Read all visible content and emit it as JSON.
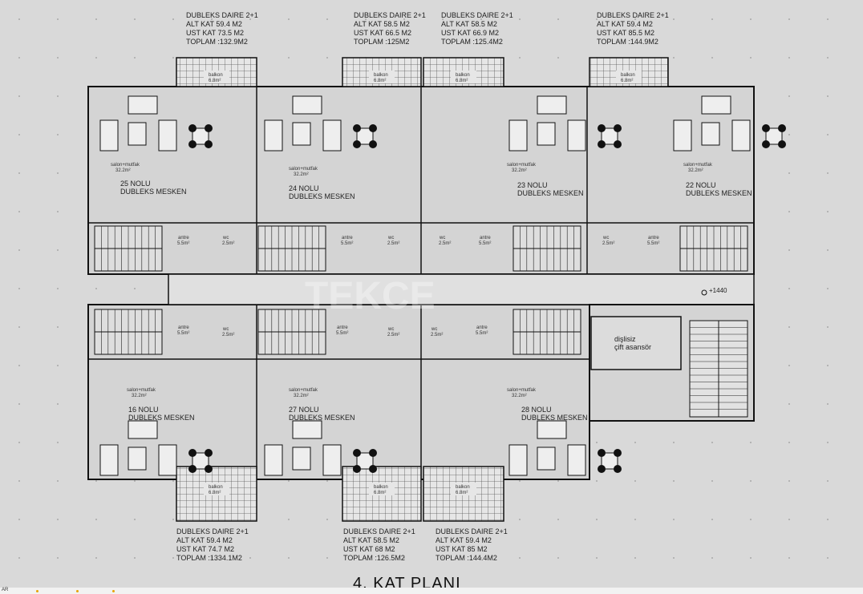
{
  "plan_title": "4. KAT PLANI",
  "watermark": "TEKCE",
  "elevation": "+1440",
  "unit_summaries": [
    {
      "id": "top-1",
      "lines": [
        "DUBLEKS DAIRE 2+1",
        "ALT KAT  59.4 M2",
        "UST KAT  73.5 M2",
        "TOPLAM :132.9M2"
      ]
    },
    {
      "id": "top-2",
      "lines": [
        "DUBLEKS DAIRE 2+1",
        "ALT KAT  58.5 M2",
        "UST KAT  66.5 M2",
        "TOPLAM :125M2"
      ]
    },
    {
      "id": "top-3",
      "lines": [
        "DUBLEKS DAIRE 2+1",
        "ALT KAT  58.5 M2",
        "UST KAT  66.9 M2",
        "TOPLAM :125.4M2"
      ]
    },
    {
      "id": "top-4",
      "lines": [
        "DUBLEKS DAIRE 2+1",
        "ALT KAT  59.4 M2",
        "UST KAT  85.5 M2",
        "TOPLAM :144.9M2"
      ]
    },
    {
      "id": "bot-1",
      "lines": [
        "DUBLEKS DAIRE 2+1",
        "ALT KAT  59.4 M2",
        "UST KAT  74.7 M2",
        "TOPLAM :1334.1M2"
      ]
    },
    {
      "id": "bot-2",
      "lines": [
        "DUBLEKS DAIRE 2+1",
        "ALT KAT  58.5 M2",
        "UST KAT  68 M2",
        "TOPLAM :126.5M2"
      ]
    },
    {
      "id": "bot-3",
      "lines": [
        "DUBLEKS DAIRE 2+1",
        "ALT KAT  59.4 M2",
        "UST KAT  85 M2",
        "TOPLAM :144.4M2"
      ]
    }
  ],
  "units": [
    {
      "name": "25 NOLU",
      "sub": "DUBLEKS MESKEN",
      "room": "salon+mutfak",
      "area": "32.2m²"
    },
    {
      "name": "24 NOLU",
      "sub": "DUBLEKS MESKEN",
      "room": "salon+mutfak",
      "area": "32.2m²"
    },
    {
      "name": "23 NOLU",
      "sub": "DUBLEKS MESKEN",
      "room": "salon+mutfak",
      "area": "32.2m²"
    },
    {
      "name": "22 NOLU",
      "sub": "DUBLEKS MESKEN",
      "room": "salon+mutfak",
      "area": "32.2m²"
    },
    {
      "name": "16 NOLU",
      "sub": "DUBLEKS MESKEN",
      "room": "salon+mutfak",
      "area": "32.2m²"
    },
    {
      "name": "27 NOLU",
      "sub": "DUBLEKS MESKEN",
      "room": "salon+mutfak",
      "area": "32.2m²"
    },
    {
      "name": "28 NOLU",
      "sub": "DUBLEKS MESKEN",
      "room": "salon+mutfak",
      "area": "32.2m²"
    }
  ],
  "balcony": {
    "label": "balkon",
    "area": "6.8m²"
  },
  "entrance": {
    "label": "antre",
    "area": "5.5m²"
  },
  "wc": {
    "label": "wc",
    "area": "2.5m²"
  },
  "elevator": {
    "line1": "dişlisiz",
    "line2": "çift asansör"
  },
  "bottom_bar_text": "AR"
}
